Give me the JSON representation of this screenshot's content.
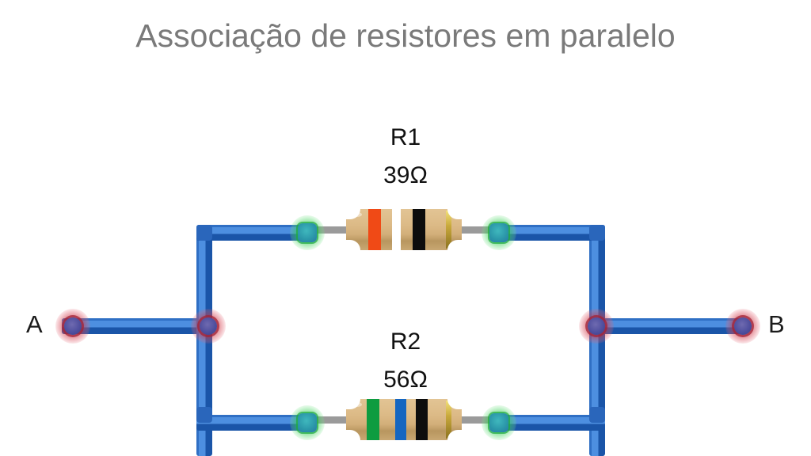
{
  "page": {
    "title": "Associação de resistores em paralelo",
    "background_color": "#ffffff",
    "title_color": "#7a7a7a"
  },
  "circuit": {
    "type": "parallel-resistor-network",
    "terminals": [
      {
        "id": "A",
        "label": "A",
        "node_color": "#4f4f9e",
        "glow_color": "#c8283c"
      },
      {
        "id": "B",
        "label": "B",
        "node_color": "#4f4f9e",
        "glow_color": "#c8283c"
      }
    ],
    "junction_node_color": "#4f4f9e",
    "junction_glow_color": "#c8283c",
    "lead_node_color": "#2a95a8",
    "lead_glow_color": "#28c846",
    "wire_color": "#1f5fb4",
    "wire_highlight_color": "#4d8fe0",
    "lead_color": "#9a9a9a",
    "resistors": [
      {
        "id": "R1",
        "name": "R1",
        "value": "39Ω",
        "ohms": 39,
        "body_color": "#dcba86",
        "bands": [
          {
            "color_name": "orange",
            "hex": "#f04a16"
          },
          {
            "color_name": "black",
            "hex": "#0d0d0d"
          },
          {
            "color_name": "gold",
            "hex": "#c9a93c"
          }
        ]
      },
      {
        "id": "R2",
        "name": "R2",
        "value": "56Ω",
        "ohms": 56,
        "body_color": "#dcba86",
        "bands": [
          {
            "color_name": "green",
            "hex": "#0e9c40"
          },
          {
            "color_name": "blue",
            "hex": "#1566c0"
          },
          {
            "color_name": "black",
            "hex": "#0d0d0d"
          },
          {
            "color_name": "gold",
            "hex": "#c9a93c"
          }
        ]
      }
    ]
  }
}
